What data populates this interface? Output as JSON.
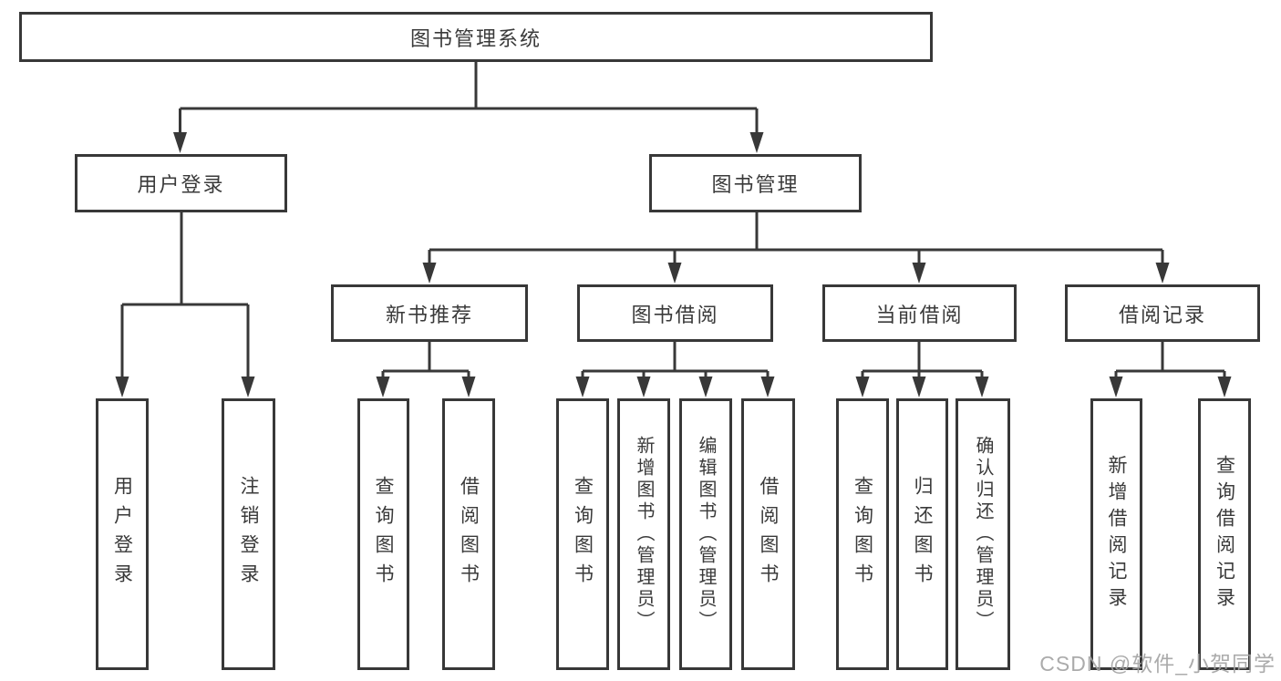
{
  "diagram_title": "图书管理系统",
  "watermark": "CSDN @软件_小贺同学",
  "colors": {
    "line": "#383838",
    "text": "#3a3a3a",
    "box_background": "#ffffff",
    "watermark": "#a3a3a3",
    "background": "#ffffff"
  },
  "nodes": {
    "root": "图书管理系统",
    "user_login_branch": "用户登录",
    "book_mgmt": "图书管理",
    "new_book_rec": "新书推荐",
    "book_borrow": "图书借阅",
    "current_borrow": "当前借阅",
    "borrow_records": "借阅记录",
    "user_login": "用户登录",
    "logout_login": "注销登录",
    "rec_query_book": "查询图书",
    "rec_borrow_book": "借阅图书",
    "bb_query_book": "查询图书",
    "bb_add_book": "新增图书（管理员）",
    "bb_edit_book": "编辑图书（管理员）",
    "bb_borrow_book": "借阅图书",
    "cb_query_book": "查询图书",
    "cb_return_book": "归还图书",
    "cb_confirm_return": "确认归还（管理员）",
    "br_add_record": "新增借阅记录",
    "br_query_record": "查询借阅记录"
  },
  "hierarchy": {
    "图书管理系统": {
      "用户登录": [
        "用户登录",
        "注销登录"
      ],
      "图书管理": {
        "新书推荐": [
          "查询图书",
          "借阅图书"
        ],
        "图书借阅": [
          "查询图书",
          "新增图书（管理员）",
          "编辑图书（管理员）",
          "借阅图书"
        ],
        "当前借阅": [
          "查询图书",
          "归还图书",
          "确认归还（管理员）"
        ],
        "借阅记录": [
          "新增借阅记录",
          "查询借阅记录"
        ]
      }
    }
  },
  "connectors": {
    "lines": [
      [
        522,
        67,
        522,
        119
      ],
      [
        197.5,
        119,
        830,
        119
      ],
      [
        830,
        233,
        830,
        274
      ],
      [
        471,
        274,
        1275,
        274
      ],
      [
        199,
        233,
        199,
        334
      ],
      [
        134,
        334,
        272,
        334
      ],
      [
        471,
        374,
        471,
        407
      ],
      [
        420,
        407,
        514,
        407
      ],
      [
        740,
        374,
        740,
        407
      ],
      [
        639,
        407,
        842,
        407
      ],
      [
        1008,
        374,
        1008,
        407
      ],
      [
        946,
        407,
        1077,
        407
      ],
      [
        1275,
        374,
        1275,
        407
      ],
      [
        1224,
        407,
        1343,
        407
      ]
    ],
    "arrows": [
      [
        197.5,
        119,
        168
      ],
      [
        830,
        119,
        168
      ],
      [
        471,
        274,
        311
      ],
      [
        740,
        274,
        311
      ],
      [
        1008,
        274,
        311
      ],
      [
        1275,
        274,
        311
      ],
      [
        134,
        334,
        436
      ],
      [
        272,
        334,
        436
      ],
      [
        420,
        407,
        436
      ],
      [
        514,
        407,
        436
      ],
      [
        639,
        407,
        436
      ],
      [
        706,
        407,
        436
      ],
      [
        774,
        407,
        436
      ],
      [
        842,
        407,
        436
      ],
      [
        946,
        407,
        436
      ],
      [
        1008,
        407,
        436
      ],
      [
        1077,
        407,
        436
      ],
      [
        1224,
        407,
        436
      ],
      [
        1343,
        407,
        436
      ]
    ]
  }
}
